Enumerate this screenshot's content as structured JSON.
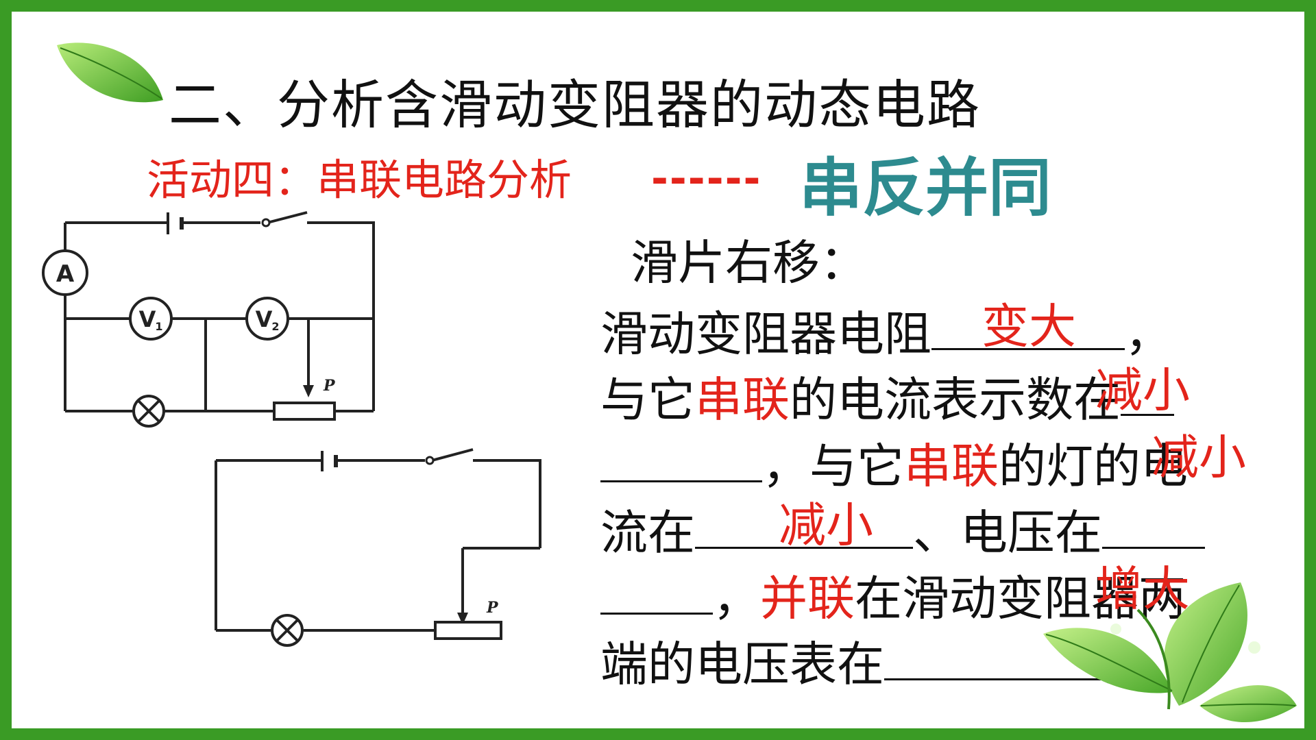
{
  "slide": {
    "title": "二、分析含滑动变阻器的动态电路",
    "activity": "活动四：串联电路分析",
    "dashes": "------",
    "motto": "串反并同",
    "intro": "滑片右移：",
    "line1_prefix": "滑动变阻器电阻",
    "line1_answer": "变大",
    "line1_suffix": "，",
    "line2_prefix": "与它",
    "line2_red": "串联",
    "line2_suffix": "的电流表示数在",
    "line2_answer": "减小",
    "line3_prefix": "，与它",
    "line3_red": "串联",
    "line3_suffix": "的灯的电",
    "line3_answer": "减小",
    "line4_prefix": "流在",
    "line4_answer": "减小",
    "line4_suffix": "、电压在",
    "line5_prefix": "，",
    "line5_red": "并联",
    "line5_suffix": "在滑动变阻器两",
    "line5_answer": "增大",
    "line6_prefix": "端的电压表在",
    "line6_suffix": "。"
  },
  "circuit1": {
    "ammeter": "A",
    "voltmeter1": "V",
    "voltmeter1_sub": "1",
    "voltmeter2": "V",
    "voltmeter2_sub": "2",
    "slider": "P"
  },
  "circuit2": {
    "slider": "P"
  },
  "colors": {
    "border": "#3a9b25",
    "red": "#e3241b",
    "teal": "#2d8b8f"
  }
}
